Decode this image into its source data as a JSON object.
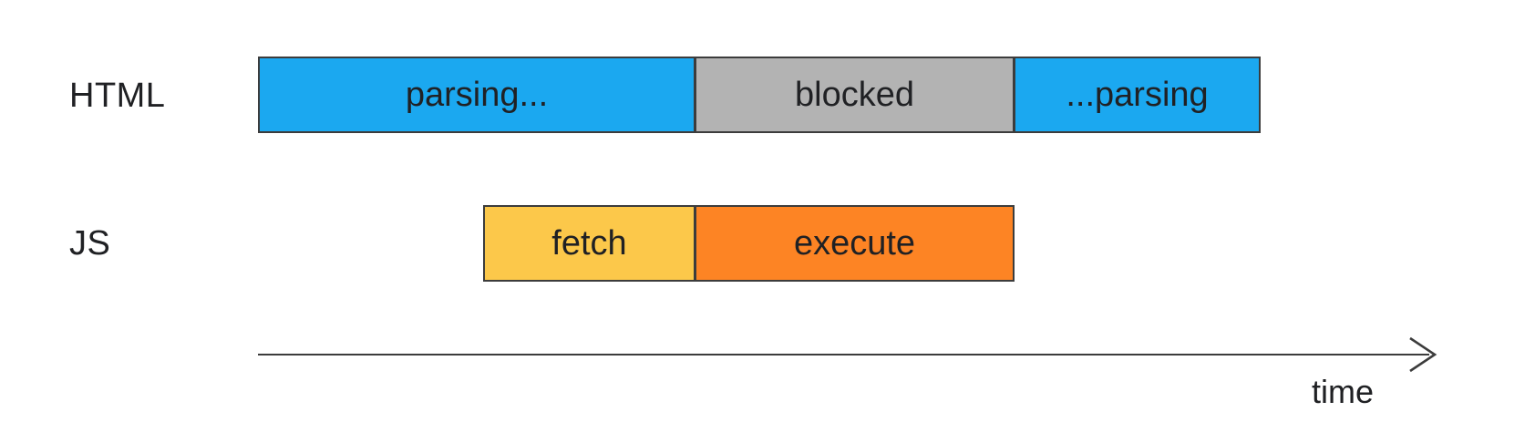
{
  "rows": [
    {
      "label": "HTML",
      "segments": [
        {
          "label": "parsing...",
          "start": 0,
          "end": 48,
          "color": "#1ba8f0"
        },
        {
          "label": "blocked",
          "start": 48,
          "end": 83,
          "color": "#b3b3b3"
        },
        {
          "label": "...parsing",
          "start": 83,
          "end": 110,
          "color": "#1ba8f0"
        }
      ]
    },
    {
      "label": "JS",
      "segments": [
        {
          "label": "fetch",
          "start": 24.7,
          "end": 48,
          "color": "#fcc84a"
        },
        {
          "label": "execute",
          "start": 48,
          "end": 83,
          "color": "#fd8424"
        }
      ]
    }
  ],
  "axis": {
    "label": "time",
    "direction": "right"
  }
}
